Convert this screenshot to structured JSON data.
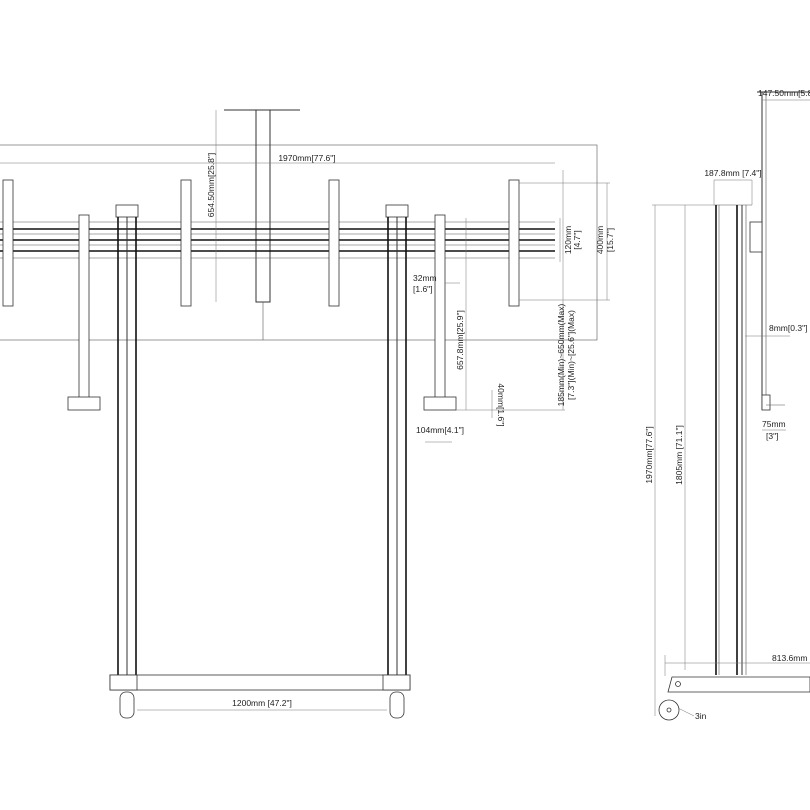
{
  "front_view": {
    "overall_width": "1970mm[77.6\"]",
    "top_bracket_height": "654.50mm[25.8\"]",
    "rail_height_mm": "120mm",
    "rail_height_in": "[4.7\"]",
    "vesa_height_mm": "400mm",
    "vesa_height_in": "[15.7\"]",
    "offset_mm": "32mm",
    "offset_in": "[1.6\"]",
    "arm_length": "657.8mm[25.9\"]",
    "adjust_range_mm": "185mm(Min)~650mm(Max)",
    "adjust_range_in": "[7.3\"](Min)~[25.6\"](Max)",
    "foot_height": "40mm[1.6\"]",
    "foot_width": "104mm[4.1\"]",
    "base_width": "1200mm [47.2\"]"
  },
  "side_view": {
    "bracket_depth": "147.50mm[5.8",
    "column_depth": "187.8mm [7.4\"]",
    "gap": "8mm[0.3\"]",
    "foot_mm": "75mm",
    "foot_in": "[3\"]",
    "total_height": "1970mm[77.6\"]",
    "column_height": "1805mm [71.1\"]",
    "base_depth": "813.6mm [",
    "caster": "3in"
  }
}
